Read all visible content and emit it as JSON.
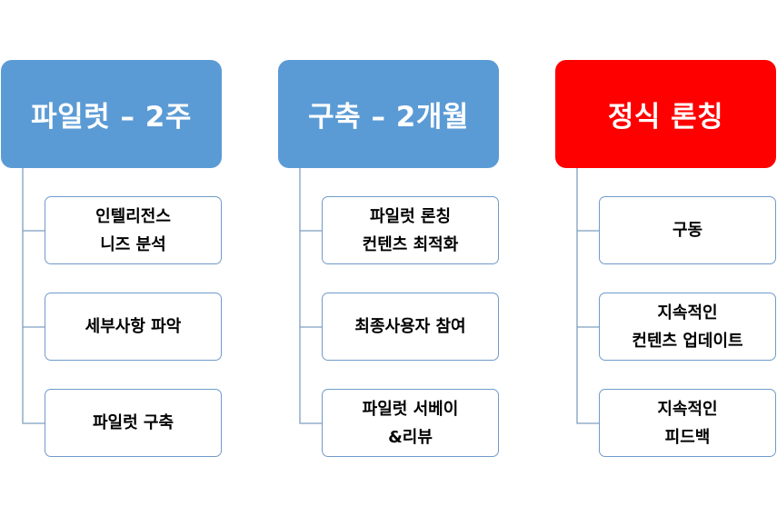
{
  "colors": {
    "header_blue": "#5b9bd5",
    "header_red": "#ff0000",
    "child_border": "#6f9bc9",
    "connector": "#7f9fc0"
  },
  "columns": [
    {
      "header": "파일럿 – 2주",
      "color": "#5b9bd5",
      "items": [
        {
          "lines": [
            "인텔리전스",
            "니즈 분석"
          ]
        },
        {
          "lines": [
            "세부사항 파악"
          ]
        },
        {
          "lines": [
            "파일럿 구축"
          ]
        }
      ]
    },
    {
      "header": "구축 – 2개월",
      "color": "#5b9bd5",
      "items": [
        {
          "lines": [
            "파일럿 론칭",
            "컨텐츠 최적화"
          ]
        },
        {
          "lines": [
            "최종사용자 참여"
          ]
        },
        {
          "lines": [
            "파일럿 서베이",
            "&리뷰"
          ]
        }
      ]
    },
    {
      "header": "정식 론칭",
      "color": "#ff0000",
      "items": [
        {
          "lines": [
            "구동"
          ]
        },
        {
          "lines": [
            "지속적인",
            "컨텐츠 업데이트"
          ]
        },
        {
          "lines": [
            "지속적인",
            "피드백"
          ]
        }
      ]
    }
  ]
}
